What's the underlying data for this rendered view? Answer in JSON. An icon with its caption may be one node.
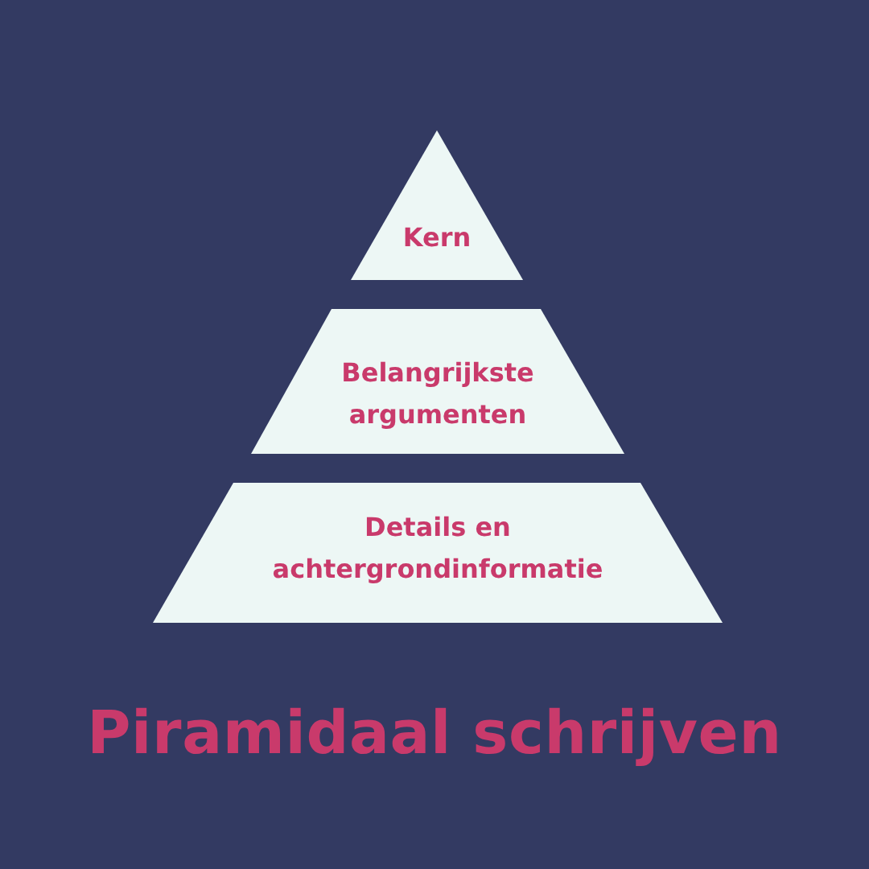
{
  "diagram": {
    "title": "Piramidaal schrijven",
    "nodes": [
      {
        "text": [
          "Kern"
        ]
      },
      {
        "text": [
          "Belangrijkste argumenten"
        ]
      },
      {
        "text": [
          "Details en achtergrondinformatie"
        ]
      }
    ]
  }
}
